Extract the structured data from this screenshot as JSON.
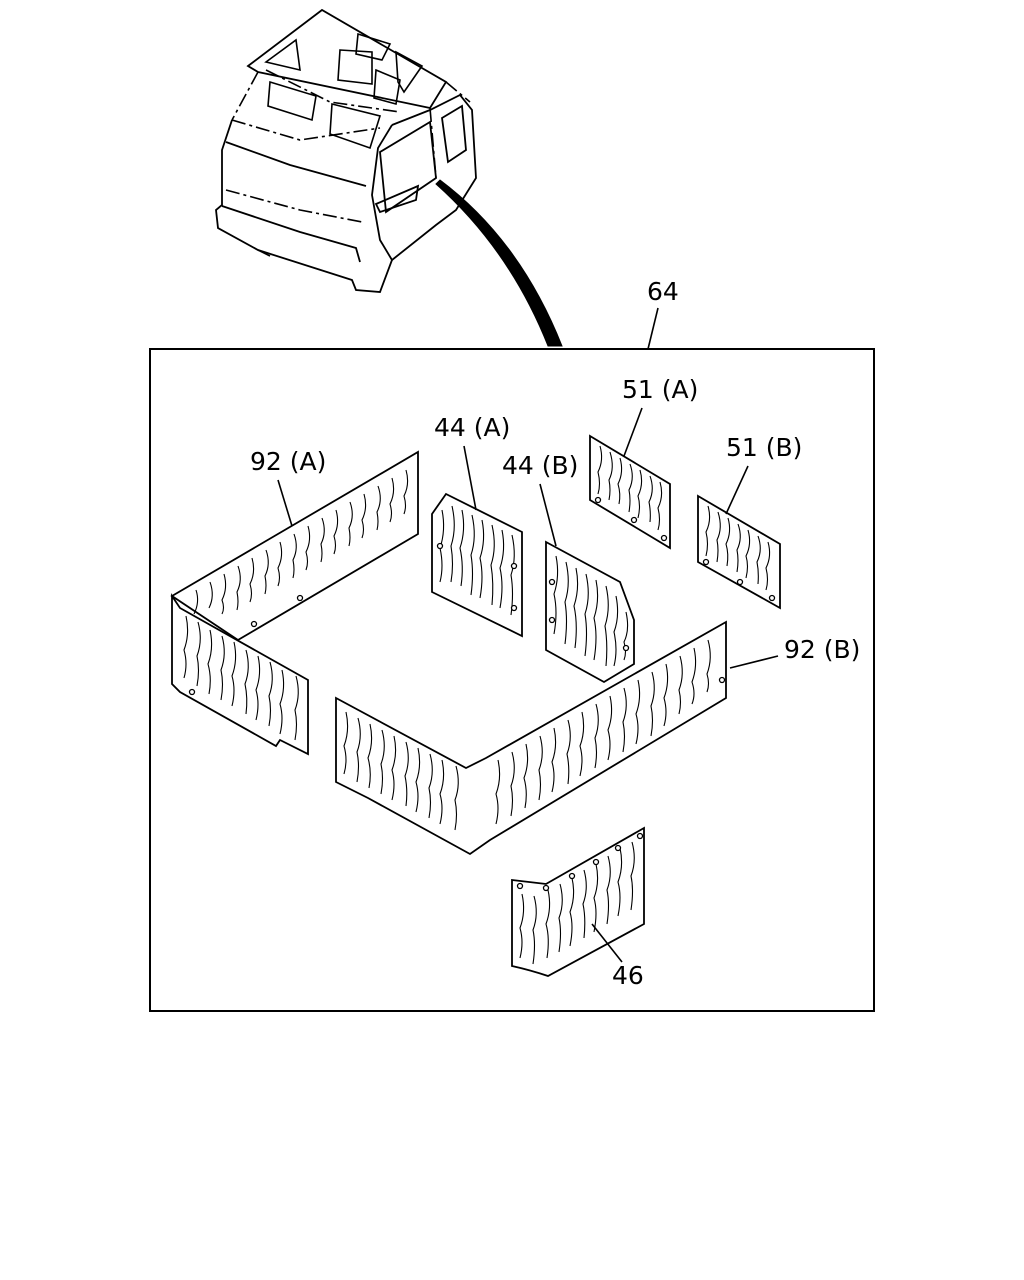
{
  "labels": {
    "assembly": "64",
    "insulator_51a": "51 (A)",
    "insulator_51b": "51 (B)",
    "insulator_44a": "44 (A)",
    "insulator_44b": "44 (B)",
    "insulator_92a": "92 (A)",
    "insulator_92b": "92 (B)",
    "insulator_46": "46"
  }
}
